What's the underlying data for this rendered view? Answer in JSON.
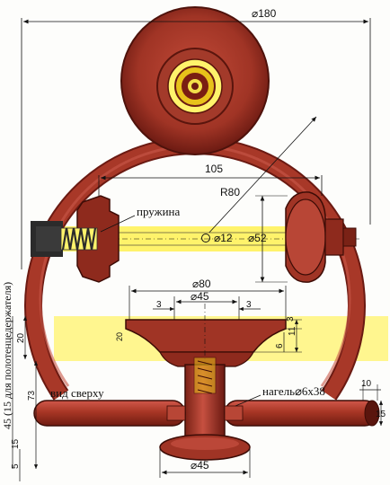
{
  "dimensions": {
    "outer_diameter": "⌀180",
    "axle_length": "105",
    "radius": "R80",
    "hole_diameter": "⌀12",
    "axle_diameter": "⌀52",
    "base_diameter": "⌀80",
    "collar_diameter": "⌀45",
    "offset_left": "3",
    "offset_right": "3",
    "height_11": "11",
    "height_3": "3",
    "height_6": "6",
    "height_20": "20",
    "height_73": "73",
    "peg_spec": "нагель⌀6х38",
    "rod_10": "10",
    "rod_15": "15",
    "bottom_5": "5",
    "bottom_15": "15",
    "bottom_diameter": "⌀45",
    "beam_20": "20",
    "side_label": "45 (15 для полотенцедержателя)"
  },
  "labels": {
    "spring": "пружина",
    "top_view": "вид сверху"
  },
  "colors": {
    "wood": "#9a2f22",
    "wood_dark": "#6b1a12",
    "yellow": "#fff36b",
    "gold": "#e8c21a",
    "line": "#1a1a1a"
  }
}
